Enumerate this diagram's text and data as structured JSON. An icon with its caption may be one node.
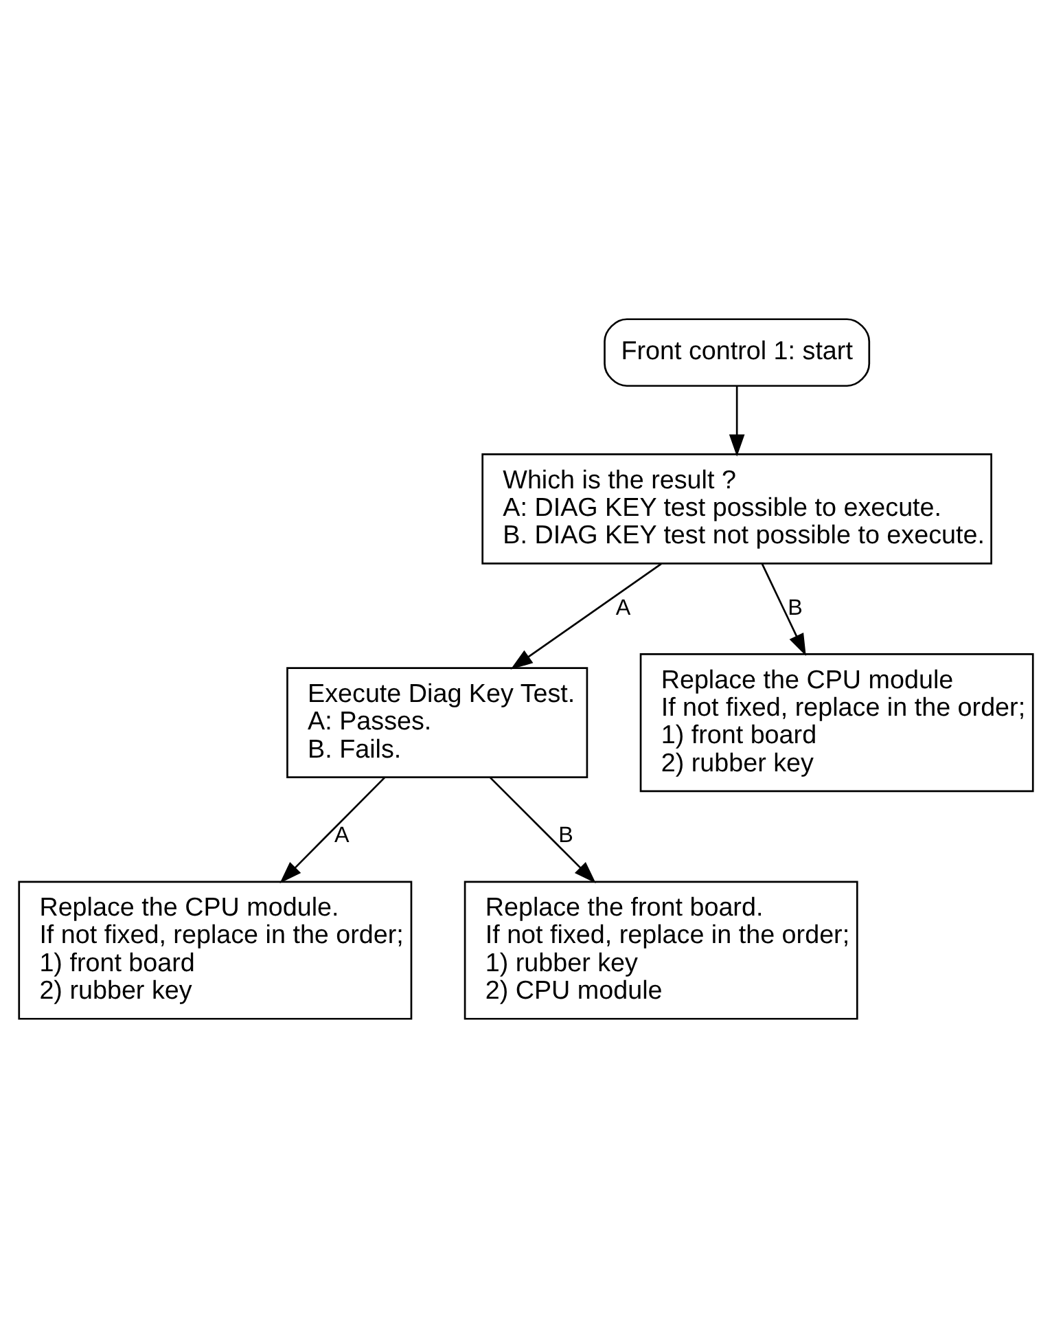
{
  "diagram": {
    "nodes": [
      {
        "text": [
          "Front control 1: start"
        ]
      },
      {
        "text": [
          "Which is the result ?",
          "A: DIAG KEY test possible to execute.",
          "B. DIAG KEY test not possible to execute."
        ]
      },
      {
        "text": [
          "Execute Diag Key Test.",
          "A: Passes.",
          "B. Fails."
        ]
      },
      {
        "text": [
          "Replace the CPU module.",
          "If not fixed, replace in the order;",
          "1) front board",
          "2) rubber key"
        ]
      },
      {
        "text": [
          "Replace the front board.",
          "If not fixed, replace in the order;",
          "1) rubber key",
          "2) CPU module"
        ]
      },
      {
        "text": [
          "Replace the CPU module",
          "If not fixed, replace in the order;",
          "1) front board",
          "2) rubber key"
        ]
      }
    ],
    "edges": [
      {
        "from": 0,
        "to": 1,
        "arrow": "to"
      },
      {
        "from": 1,
        "to": 2,
        "arrow": "to",
        "label": "A"
      },
      {
        "from": 2,
        "to": 3,
        "arrow": "to",
        "label": "A"
      },
      {
        "from": 2,
        "to": 4,
        "arrow": "to",
        "label": "B"
      },
      {
        "from": 1,
        "to": 5,
        "arrow": "to",
        "label": "B"
      }
    ]
  }
}
